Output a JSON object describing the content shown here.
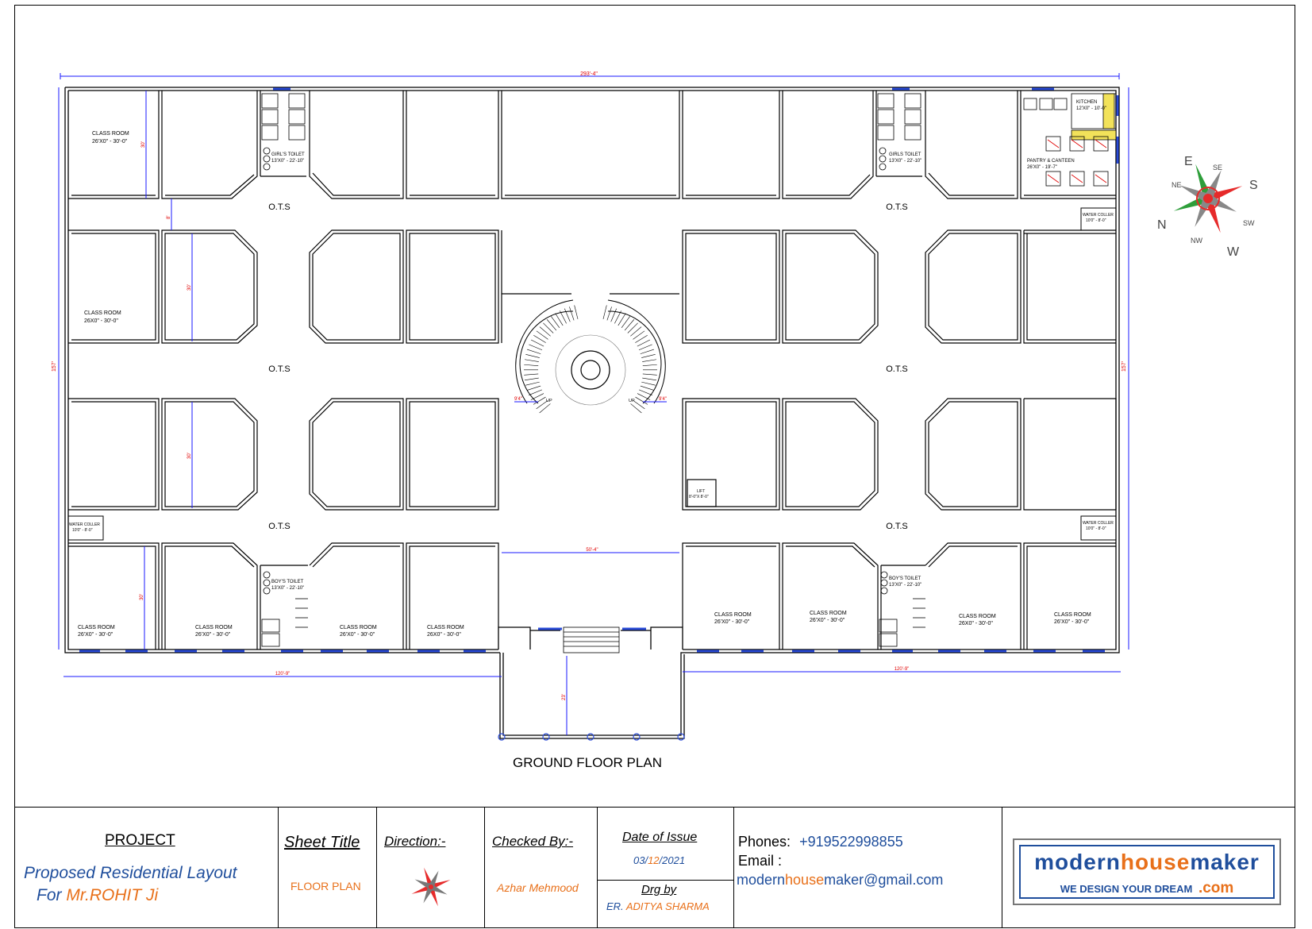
{
  "plan": {
    "title": "GROUND FLOOR PLAN",
    "overall_width": "293'-4\"",
    "overall_depth": "157'",
    "front_left_width": "120'-9\"",
    "front_right_width": "120'-9\"",
    "central_width": "50'-4\"",
    "porch_depth": "23'",
    "corridor_width": "8'",
    "room_depth": "30'",
    "stair_left_dim": "9'4\"",
    "stair_right_dim": "9'4\"",
    "up_label": "UP",
    "ots": "O.T.S",
    "rooms": {
      "class_room": "CLASS ROOM",
      "cr_top_left_size": "26'X0\" - 30'-0\"",
      "cr_mid_left_size": "26X0\" - 30'-0\"",
      "cr_bottom_1_size": "26'X0\" - 30'-0\"",
      "cr_bottom_2_size": "26'X0\" - 30'-0\"",
      "cr_bottom_3_size": "26'X0\" - 30'-0\"",
      "cr_bottom_4_size": "26X0\" - 30'-0\"",
      "cr_bottom_5_size": "26'X0\" - 30'-0\"",
      "cr_bottom_6_size": "26'X0\" - 30'-0\"",
      "cr_bottom_7_size": "26X0\" - 30'-0\"",
      "cr_bottom_8_size": "26'X0\" - 30'-0\"",
      "girls_toilet_1": "GIRL'S TOILET",
      "girls_toilet_1_size": "13'X0\" - 22'-10\"",
      "girls_toilet_2": "GIRLS TOILET",
      "girls_toilet_2_size": "13'X0\" - 22'-10\"",
      "boys_toilet": "BOY'S TOILET",
      "boys_toilet_size": "13'X0\" - 22'-10\"",
      "kitchen": "KITCHEN",
      "kitchen_size": "12'X0\" - 10'-0\"",
      "pantry": "PANTRY & CANTEEN",
      "pantry_size": "26'X0\" - 19'-7\"",
      "water_cooler": "WATER COLLER",
      "water_cooler_size": "10'0\" - 8'-0\"",
      "lift": "LIFT",
      "lift_size": "8'-0\"X 8'-0\""
    }
  },
  "compass": {
    "E": "E",
    "SE": "SE",
    "S": "S",
    "SW": "SW",
    "W": "W",
    "NW": "NW",
    "N": "N",
    "NE": "NE"
  },
  "title_block": {
    "project_label": "PROJECT",
    "project_line1": "Proposed Residential Layout",
    "project_for": "For",
    "project_client": "Mr.ROHIT Ji",
    "sheet_title_label": "Sheet Title",
    "sheet_title": "FLOOR PLAN",
    "direction_label": "Direction:-",
    "checked_label": "Checked By:-",
    "checked_by": "Azhar Mehmood",
    "date_label": "Date of Issue",
    "date_day": "03/",
    "date_month": "12",
    "date_year": "/2021",
    "drg_label": "Drg by",
    "drg_prefix": "ER.",
    "drg_name": "ADITYA SHARMA",
    "phones_label": "Phones:",
    "phone": "+919522998855",
    "email_label": "Email :",
    "email_a": "modern",
    "email_b": "house",
    "email_c": "maker@gmail.com",
    "logo_modern": "modern",
    "logo_house": "house",
    "logo_maker": "maker",
    "logo_tag": "WE DESIGN YOUR DREAM",
    "logo_com": ".com"
  },
  "colors": {
    "wall": "#000000",
    "dim": "#1a1aff",
    "dimtext": "#e00000",
    "window": "#2a4bd7",
    "accent_blue": "#1f4e9c",
    "accent_orange": "#e8701a"
  }
}
